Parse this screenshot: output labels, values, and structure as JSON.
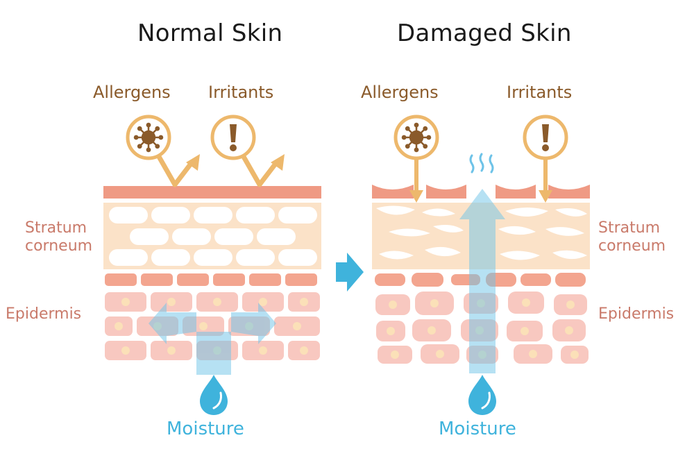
{
  "normal": {
    "title": "Normal Skin",
    "allergens": "Allergens",
    "irritants": "Irritants",
    "stratum_line1": "Stratum",
    "stratum_line2": "corneum",
    "epidermis": "Epidermis",
    "moisture": "Moisture"
  },
  "damaged": {
    "title": "Damaged Skin",
    "allergens": "Allergens",
    "irritants": "Irritants",
    "stratum_line1": "Stratum",
    "stratum_line2": "corneum",
    "epidermis": "Epidermis",
    "moisture": "Moisture"
  },
  "colors": {
    "surface": "#ef9a84",
    "corneum_bg": "#fbe2c8",
    "epidermis_cell": "#f8c8c0",
    "basal_cell": "#f3a58f",
    "nucleus": "#fbe0b8",
    "hazard_ring": "#edb86c",
    "germ": "#8a5a2a",
    "moisture": "#3fb3dc",
    "arrow_blue": "#6ec3e8"
  },
  "icons": [
    "germ-icon",
    "exclamation-icon",
    "water-drop-icon",
    "transition-arrow-icon"
  ]
}
